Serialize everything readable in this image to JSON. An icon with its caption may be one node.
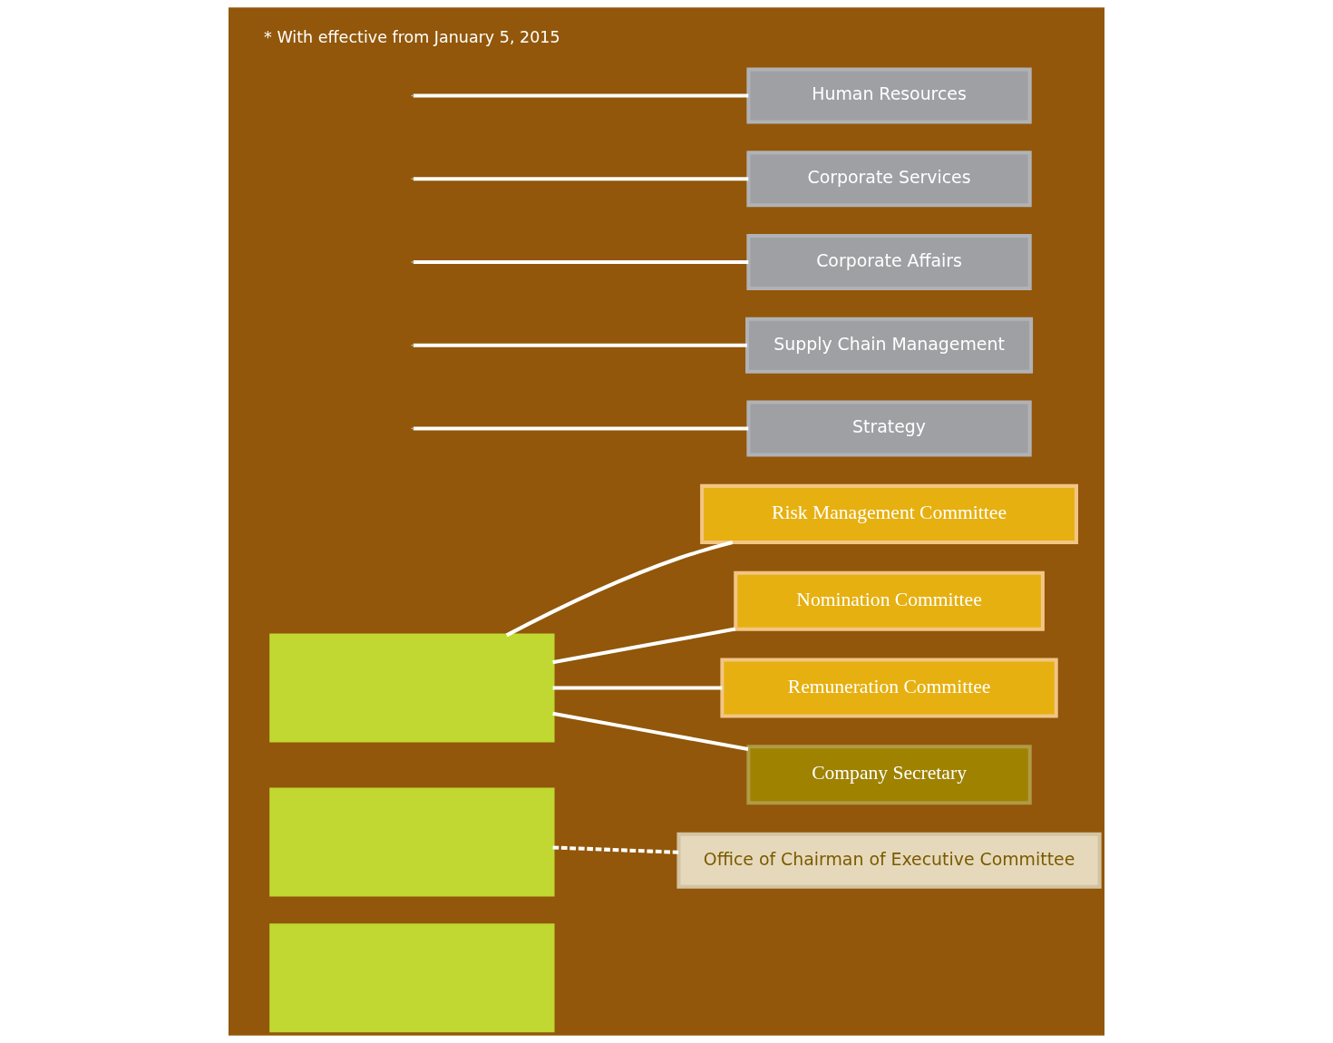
{
  "diagram": {
    "nodes": [
      {
        "text": [],
        "shape": "box"
      },
      {
        "text": [],
        "shape": "box"
      },
      {
        "text": [],
        "shape": "box"
      },
      {
        "text": [
          "Risk Management Committee"
        ]
      },
      {
        "text": [
          "Nomination Committee"
        ]
      },
      {
        "text": [
          "Remuneration Committee"
        ]
      },
      {
        "text": [
          "Company Secretary"
        ]
      },
      {
        "text": [
          "Office of Chairman of Executive Committee"
        ]
      },
      {
        "text": [
          "Strategy"
        ]
      },
      {
        "text": [
          "Supply Chain Management"
        ]
      },
      {
        "text": [
          "Corporate Affairs"
        ]
      },
      {
        "text": [
          "Corporate Services"
        ]
      },
      {
        "text": [
          "Human Resources"
        ]
      }
    ],
    "edges": [
      {
        "from": 0,
        "to": 3,
        "arrow": "none"
      },
      {
        "from": 0,
        "to": 4,
        "arrow": "none"
      },
      {
        "from": 0,
        "to": 5,
        "arrow": "none"
      },
      {
        "from": 0,
        "to": 6,
        "arrow": "none"
      },
      {
        "from": 1,
        "to": 7,
        "arrow": "none",
        "style": "dashed"
      },
      {
        "from": null,
        "to": 8,
        "arrow": "none"
      },
      {
        "from": null,
        "to": 9,
        "arrow": "none"
      },
      {
        "from": null,
        "to": 10,
        "arrow": "none"
      },
      {
        "from": null,
        "to": 11,
        "arrow": "none"
      },
      {
        "from": null,
        "to": 12,
        "arrow": "none"
      }
    ],
    "labels": [
      "* With effective from January 5, 2015"
    ]
  }
}
